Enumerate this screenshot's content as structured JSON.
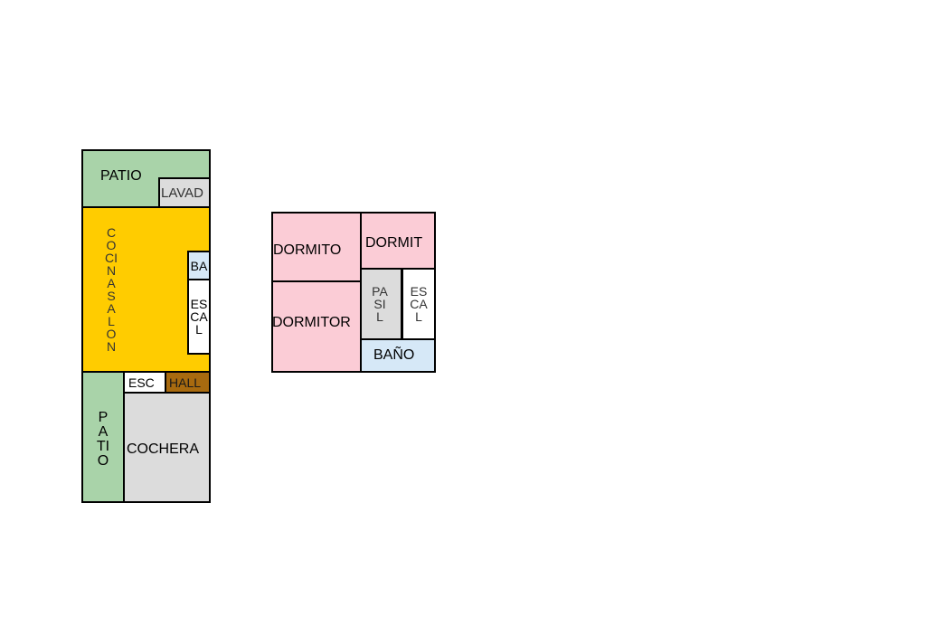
{
  "ground_floor": {
    "patio_top": "PATIO",
    "lavad": "LAVAD",
    "cocina_salon": "COCINA SALON",
    "ba": "BA",
    "escal": "ESCAL",
    "esc": "ESC",
    "hall": "HALL",
    "patio_side": "PATIO",
    "cochera": "COCHERA"
  },
  "upper_floor": {
    "dormito": "DORMITO",
    "dormit": "DORMIT",
    "dormitor": "DORMITOR",
    "pasil": "PASIL",
    "escal": "ESCAL",
    "bano": "BAÑO"
  },
  "colors": {
    "patio": "#a9d3a9",
    "lavad": "#dcdcdc",
    "cocina_salon": "#ffcc00",
    "bano": "#d6e8f7",
    "escal": "#ffffff",
    "hall": "#a86a0f",
    "cochera": "#dcdcdc",
    "dormitorio": "#fbccd6",
    "pasil": "#dcdcdc"
  }
}
